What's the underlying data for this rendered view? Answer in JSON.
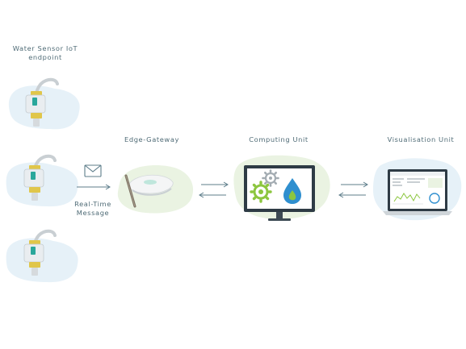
{
  "nodes": {
    "sensor": {
      "title_line1": "Water Sensor IoT",
      "title_line2": "endpoint"
    },
    "gateway": {
      "title": "Edge-Gateway"
    },
    "computing": {
      "title": "Computing Unit"
    },
    "visualisation": {
      "title": "Visualisation Unit"
    }
  },
  "message": {
    "line1": "Real-Time",
    "line2": "Message"
  },
  "colors": {
    "label_text": "#4f6b76",
    "blob_blue": "#e6f1f8",
    "blob_green": "#eaf3e2",
    "pipe_gray": "#c9cfd3",
    "fitting_yellow": "#e0c64a",
    "accent_green": "#8cc63f",
    "accent_blue": "#2f8fcf",
    "arrow": "#5d7d8a",
    "screen_dark": "#2e3b45"
  },
  "icons": {
    "envelope": "envelope-icon",
    "gear": "gear-icon",
    "water_drop": "water-drop-icon",
    "antenna": "antenna-icon"
  }
}
